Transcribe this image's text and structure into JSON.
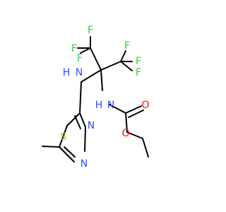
{
  "structure": {
    "colors": {
      "bond": "#000000",
      "F": "#33cc33",
      "N": "#3050f8",
      "O": "#ff0d0d",
      "S": "#c6c600"
    },
    "atom_labels": {
      "f1": "F",
      "f2": "F",
      "f3": "F",
      "f4": "F",
      "f5": "F",
      "f6": "F",
      "nh_left": "H",
      "n_left": "N",
      "nh_right": "H",
      "n_right": "N",
      "o_carbonyl": "O",
      "o_ester": "O",
      "s_ring": "S",
      "n_ring_upper": "N",
      "n_ring_lower": "N"
    }
  }
}
